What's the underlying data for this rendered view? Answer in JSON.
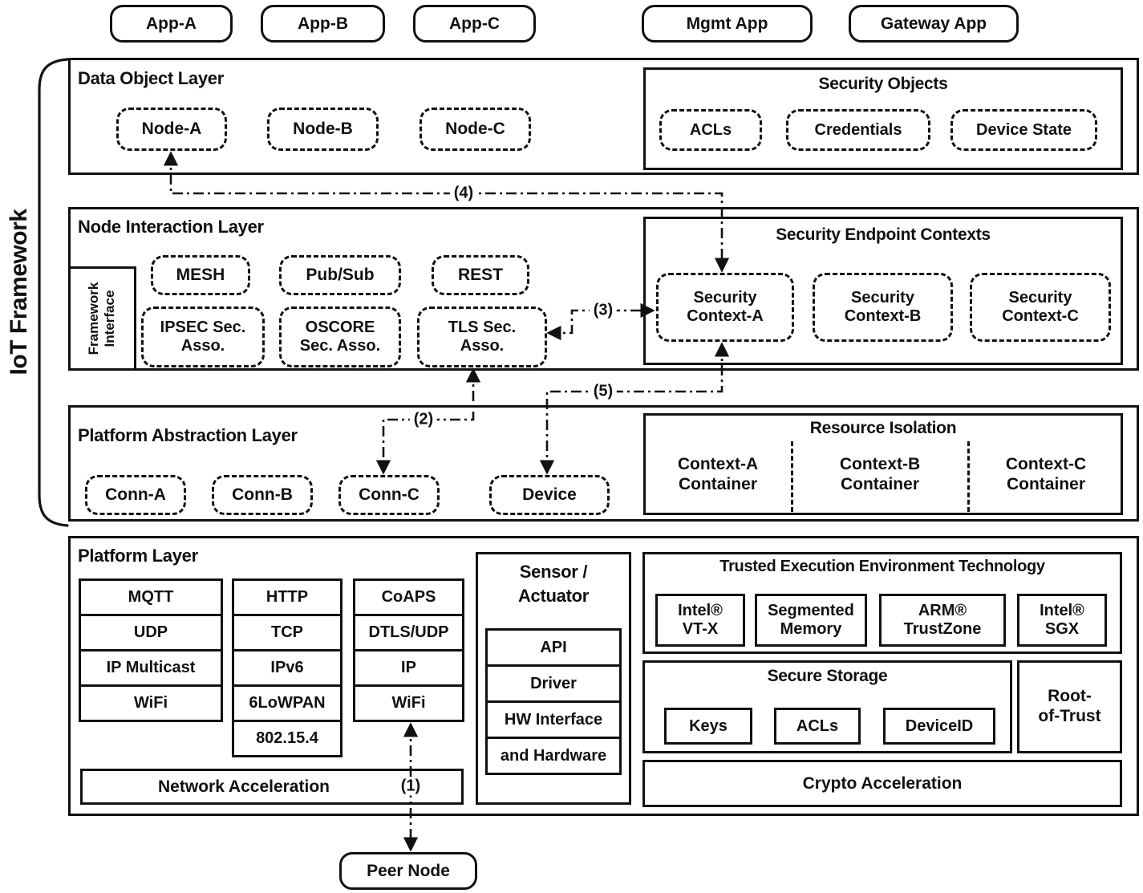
{
  "colors": {
    "ink": "#111111",
    "bg": "#ffffff"
  },
  "framework_label": "IoT Framework",
  "apps": [
    "App-A",
    "App-B",
    "App-C",
    "Mgmt App",
    "Gateway App"
  ],
  "data_object_layer": {
    "title": "Data Object Layer",
    "nodes": [
      "Node-A",
      "Node-B",
      "Node-C"
    ],
    "security_objects": {
      "title": "Security Objects",
      "items": [
        "ACLs",
        "Credentials",
        "Device State"
      ]
    }
  },
  "node_interaction_layer": {
    "title": "Node Interaction Layer",
    "framework_interface": "Framework\nInterface",
    "protocols": [
      "MESH",
      "Pub/Sub",
      "REST"
    ],
    "associations": [
      "IPSEC Sec.\nAsso.",
      "OSCORE\nSec. Asso.",
      "TLS Sec.\nAsso."
    ],
    "security_endpoint_contexts": {
      "title": "Security Endpoint Contexts",
      "items": [
        "Security\nContext-A",
        "Security\nContext-B",
        "Security\nContext-C"
      ]
    }
  },
  "platform_abstraction_layer": {
    "title": "Platform Abstraction Layer",
    "connections": [
      "Conn-A",
      "Conn-B",
      "Conn-C",
      "Device"
    ],
    "resource_isolation": {
      "title": "Resource Isolation",
      "containers": [
        "Context-A\nContainer",
        "Context-B\nContainer",
        "Context-C\nContainer"
      ]
    }
  },
  "platform_layer": {
    "title": "Platform Layer",
    "stack1": [
      "MQTT",
      "UDP",
      "IP Multicast",
      "WiFi"
    ],
    "stack2": [
      "HTTP",
      "TCP",
      "IPv6",
      "6LoWPAN",
      "802.15.4"
    ],
    "stack3": [
      "CoAPS",
      "DTLS/UDP",
      "IP",
      "WiFi"
    ],
    "network_acceleration": "Network Acceleration",
    "sensor_actuator": {
      "title": "Sensor /\nActuator",
      "rows": [
        "API",
        "Driver",
        "HW Interface",
        "and Hardware"
      ]
    },
    "tee": {
      "title": "Trusted Execution Environment Technology",
      "items": [
        "Intel®\nVT-X",
        "Segmented\nMemory",
        "ARM®\nTrustZone",
        "Intel®\nSGX"
      ]
    },
    "secure_storage": {
      "title": "Secure Storage",
      "items": [
        "Keys",
        "ACLs",
        "DeviceID"
      ]
    },
    "root_of_trust": "Root-\nof-Trust",
    "crypto_acceleration": "Crypto Acceleration"
  },
  "peer_node": "Peer Node",
  "flows": {
    "f1": "(1)",
    "f2": "(2)",
    "f3": "(3)",
    "f4": "(4)",
    "f5": "(5)"
  }
}
